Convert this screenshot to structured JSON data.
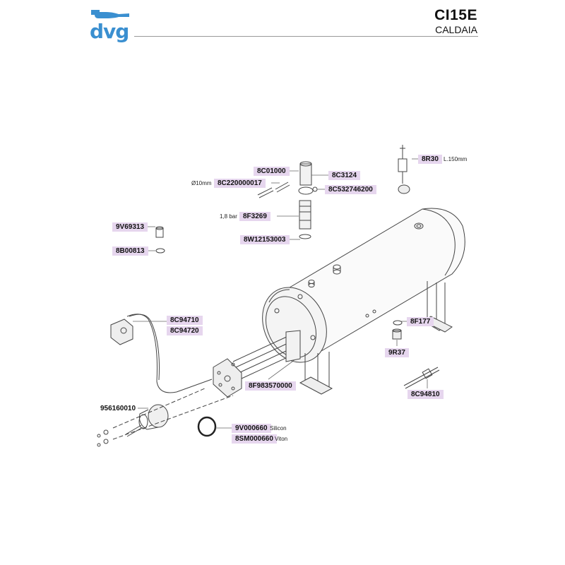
{
  "header": {
    "brand": "dvg",
    "model": "CI15E",
    "section": "CALDAIA"
  },
  "colors": {
    "brand_blue": "#3a8fd0",
    "label_fill": "#e6d6ee",
    "line_gray": "#555555"
  },
  "parts": {
    "p_8R30": "8R30",
    "p_8C01000": "8C01000",
    "p_8C3124": "8C3124",
    "p_8C220000017": "8C220000017",
    "p_8C532746200": "8C532746200",
    "p_8F3269": "8F3269",
    "p_8W12153003": "8W12153003",
    "p_9V69313": "9V69313",
    "p_8B00813": "8B00813",
    "p_8C94710": "8C94710",
    "p_8C94720": "8C94720",
    "p_8F177": "8F177",
    "p_9R37": "9R37",
    "p_8F983570000": "8F983570000",
    "p_8C94810": "8C94810",
    "p_956160010": "956160010",
    "p_9V000660": "9V000660",
    "p_8SM000660": "8SM000660"
  },
  "notes": {
    "length_8R30": "L.150mm",
    "diameter_tube": "Ø10mm",
    "pressure_valve": "1,8 bar",
    "material_silicon": "Silicon",
    "material_viton": "Viton"
  }
}
